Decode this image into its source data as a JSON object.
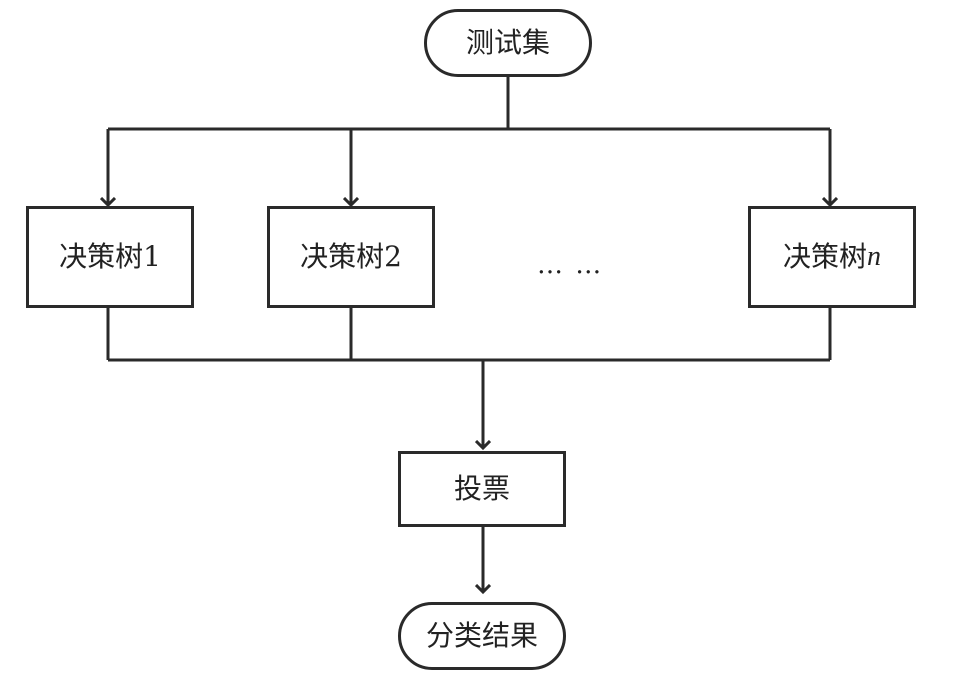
{
  "nodes": {
    "test_set": "测试集",
    "tree1": {
      "prefix": "决策树",
      "index": "1"
    },
    "tree2": {
      "prefix": "决策树",
      "index": "2"
    },
    "ellipsis": "… …",
    "treen": {
      "prefix": "决策树",
      "index": "n"
    },
    "vote": "投票",
    "result": "分类结果"
  },
  "colors": {
    "line": "#2a2a2a",
    "text": "#222222",
    "background": "#ffffff"
  }
}
